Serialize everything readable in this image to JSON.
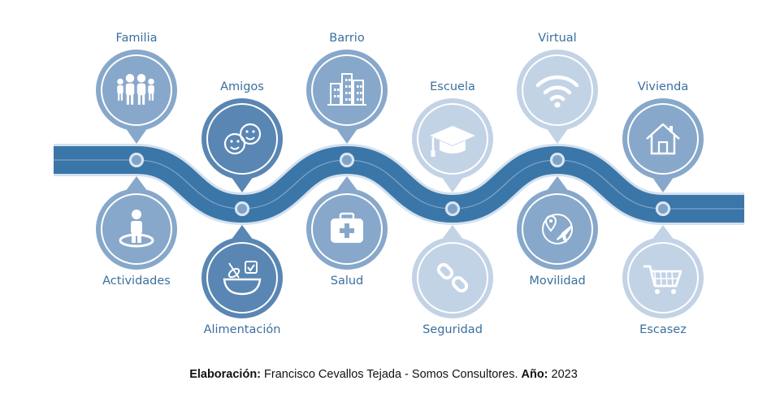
{
  "colors": {
    "road": "#3b76a9",
    "road_edge": "#d3e1ee",
    "dot_fill": "#7fa3c6",
    "dot_ring": "#d9e6f2",
    "dark": "#5a86b3",
    "medium": "#87a8ca",
    "light": "#c3d3e6",
    "icon": "#ffffff"
  },
  "nodes": [
    {
      "label": "Familia",
      "position": "top",
      "icon": "family-icon",
      "shade": "medium"
    },
    {
      "label": "Actividades",
      "position": "bottom",
      "icon": "person-on-target-icon",
      "shade": "medium"
    },
    {
      "label": "Amigos",
      "position": "top",
      "icon": "friends-faces-icon",
      "shade": "dark"
    },
    {
      "label": "Alimentación",
      "position": "bottom",
      "icon": "food-bowl-icon",
      "shade": "dark"
    },
    {
      "label": "Barrio",
      "position": "top",
      "icon": "buildings-icon",
      "shade": "medium"
    },
    {
      "label": "Salud",
      "position": "bottom",
      "icon": "first-aid-kit-icon",
      "shade": "medium"
    },
    {
      "label": "Escuela",
      "position": "top",
      "icon": "graduation-cap-icon",
      "shade": "light"
    },
    {
      "label": "Seguridad",
      "position": "bottom",
      "icon": "chain-link-icon",
      "shade": "light"
    },
    {
      "label": "Virtual",
      "position": "top",
      "icon": "wifi-icon",
      "shade": "light"
    },
    {
      "label": "Movilidad",
      "position": "bottom",
      "icon": "map-pin-plane-icon",
      "shade": "medium"
    },
    {
      "label": "Vivienda",
      "position": "top",
      "icon": "house-icon",
      "shade": "medium"
    },
    {
      "label": "Escasez",
      "position": "bottom",
      "icon": "shopping-cart-icon",
      "shade": "light"
    }
  ],
  "caption": {
    "credit_label": "Elaboración:",
    "credit_text": " Francisco Cevallos Tejada - Somos Consultores. ",
    "year_label": "Año:",
    "year_value": " 2023"
  }
}
